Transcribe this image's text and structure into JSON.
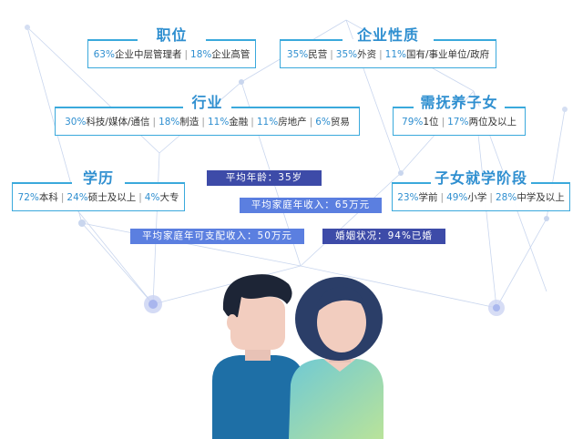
{
  "position": {
    "title": "职位",
    "items": [
      {
        "pct": "63%",
        "text": "企业中层管理者"
      },
      {
        "pct": "18%",
        "text": "企业高管"
      }
    ]
  },
  "company": {
    "title": "企业性质",
    "items": [
      {
        "pct": "35%",
        "text": "民营"
      },
      {
        "pct": "35%",
        "text": "外资"
      },
      {
        "pct": "11%",
        "text": "国有/事业单位/政府"
      }
    ]
  },
  "industry": {
    "title": "行业",
    "items": [
      {
        "pct": "30%",
        "text": "科技/媒体/通信"
      },
      {
        "pct": "18%",
        "text": "制造"
      },
      {
        "pct": "11%",
        "text": "金融"
      },
      {
        "pct": "11%",
        "text": "房地产"
      },
      {
        "pct": "6%",
        "text": "贸易"
      }
    ]
  },
  "children": {
    "title": "需抚养子女",
    "items": [
      {
        "pct": "79%",
        "text": "1位"
      },
      {
        "pct": "17%",
        "text": "两位及以上"
      }
    ]
  },
  "education": {
    "title": "学历",
    "items": [
      {
        "pct": "72%",
        "text": "本科"
      },
      {
        "pct": "24%",
        "text": "硕士及以上"
      },
      {
        "pct": "4%",
        "text": "大专"
      }
    ]
  },
  "school_stage": {
    "title": "子女就学阶段",
    "items": [
      {
        "pct": "23%",
        "text": "学前"
      },
      {
        "pct": "49%",
        "text": "小学"
      },
      {
        "pct": "28%",
        "text": "中学及以上"
      }
    ]
  },
  "tags": {
    "age": "平均年龄：35岁",
    "family_income": "平均家庭年收入：65万元",
    "disposable_income": "平均家庭年可支配收入：50万元",
    "marital": "婚姻状况：94%已婚"
  },
  "colors": {
    "accent": "#3aa9dc",
    "title": "#2f8fd0",
    "tag_dark": "#3d4ba8",
    "tag_light": "#5b7fe0",
    "man_shirt": "#1e6fa6",
    "woman_shirt": "#7fd0c8"
  }
}
